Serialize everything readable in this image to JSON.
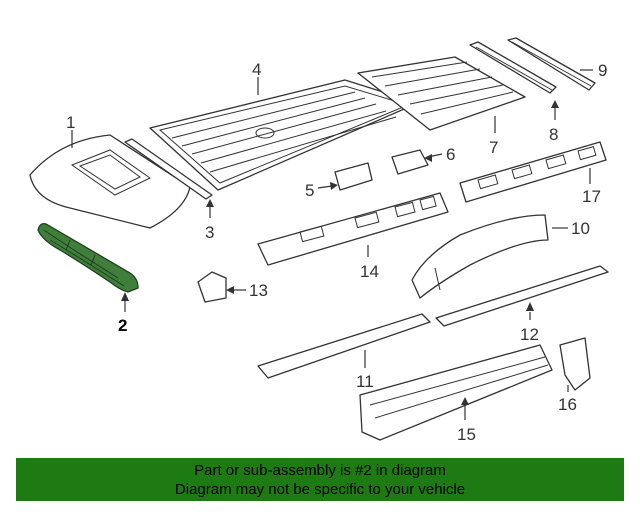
{
  "callouts": {
    "c1": "1",
    "c2": "2",
    "c3": "3",
    "c4": "4",
    "c5": "5",
    "c6": "6",
    "c7": "7",
    "c8": "8",
    "c9": "9",
    "c10": "10",
    "c11": "11",
    "c12": "12",
    "c13": "13",
    "c14": "14",
    "c15": "15",
    "c16": "16",
    "c17": "17"
  },
  "highlighted_part": "2",
  "colors": {
    "highlight": "#3f7f3b",
    "banner": "#1e7a12"
  },
  "banner": {
    "line1": "Part or sub-assembly is #2 in diagram",
    "line2": "Diagram may not be specific to your vehicle"
  }
}
